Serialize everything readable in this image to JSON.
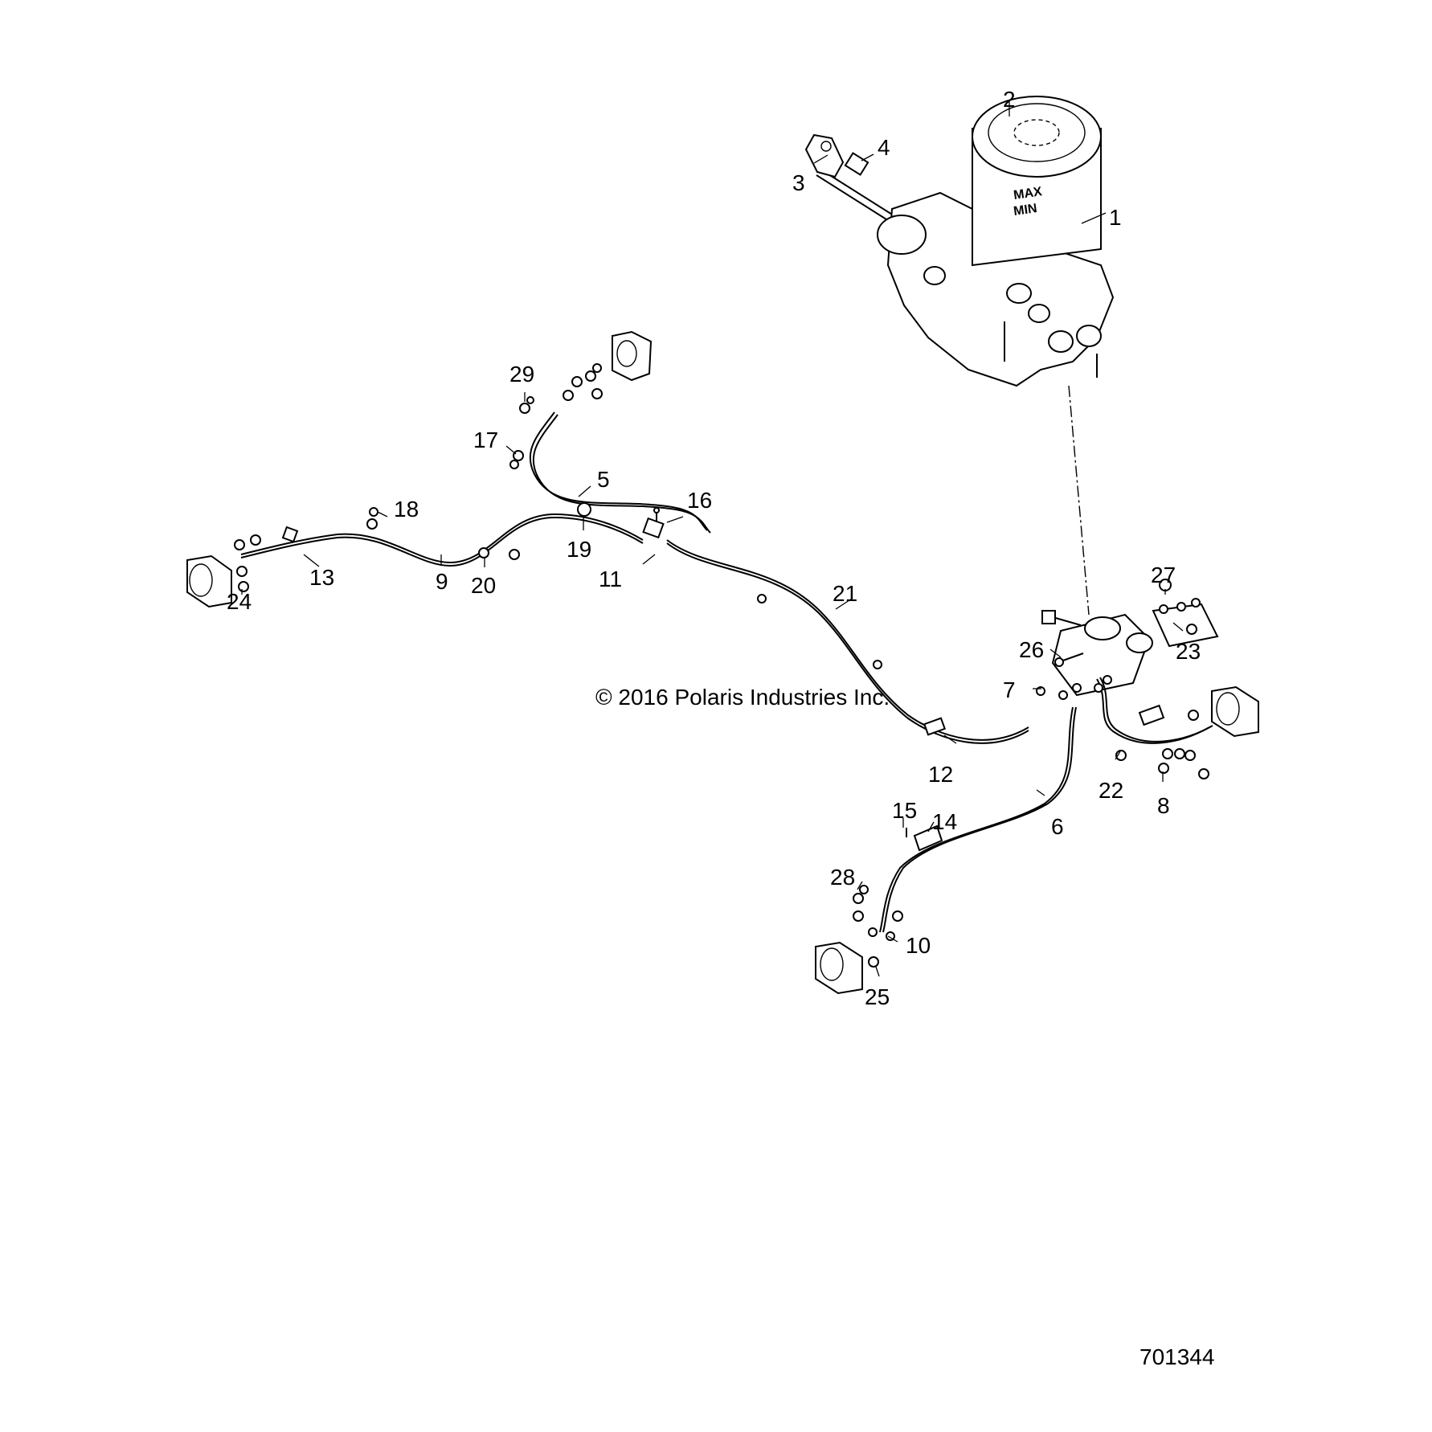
{
  "diagram": {
    "copyright": "© 2016 Polaris Industries Inc.",
    "document_number": "701344",
    "reservoir_marks": [
      "MAX",
      "MIN"
    ],
    "callouts": [
      "1",
      "2",
      "3",
      "4",
      "5",
      "6",
      "7",
      "8",
      "9",
      "10",
      "11",
      "12",
      "13",
      "14",
      "15",
      "16",
      "17",
      "18",
      "19",
      "20",
      "21",
      "22",
      "23",
      "24",
      "25",
      "26",
      "27",
      "28",
      "29"
    ]
  }
}
